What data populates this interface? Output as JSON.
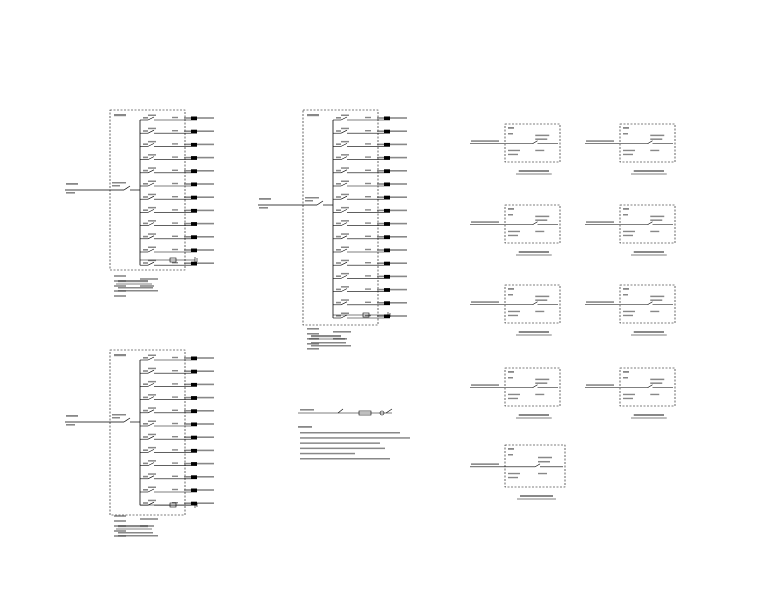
{
  "drawing": {
    "line_color": "#000000",
    "background": "#ffffff"
  },
  "panel_large_rows": 16,
  "panel_mid_rows": 12,
  "small_boxes": 9,
  "legend_rows": 6
}
